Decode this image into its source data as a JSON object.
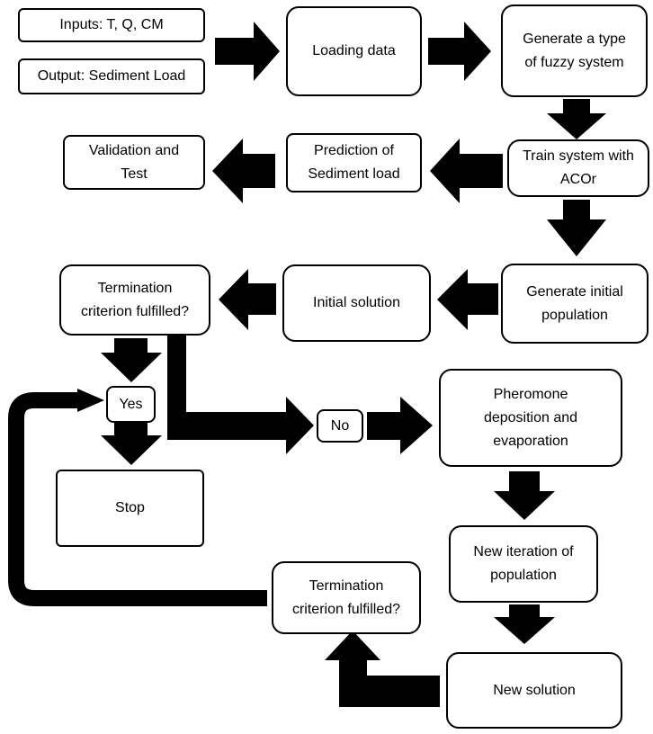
{
  "nodes": {
    "inputs": "Inputs: T, Q, CM",
    "output": "Output: Sediment Load",
    "loading": "Loading data",
    "generate_fuzzy": "Generate a type\nof fuzzy system",
    "validation": "Validation and\nTest",
    "prediction": "Prediction of\nSediment load",
    "train": "Train system with\nACOr",
    "termination_1": "Termination\ncriterion fulfilled?",
    "initial_solution": "Initial solution",
    "generate_population": "Generate initial\npopulation",
    "yes": "Yes",
    "no": "No",
    "pheromone": "Pheromone\ndeposition and\nevaporation",
    "stop": "Stop",
    "new_iteration": "New iteration of\npopulation",
    "termination_2": "Termination\ncriterion fulfilled?",
    "new_solution": "New solution"
  }
}
